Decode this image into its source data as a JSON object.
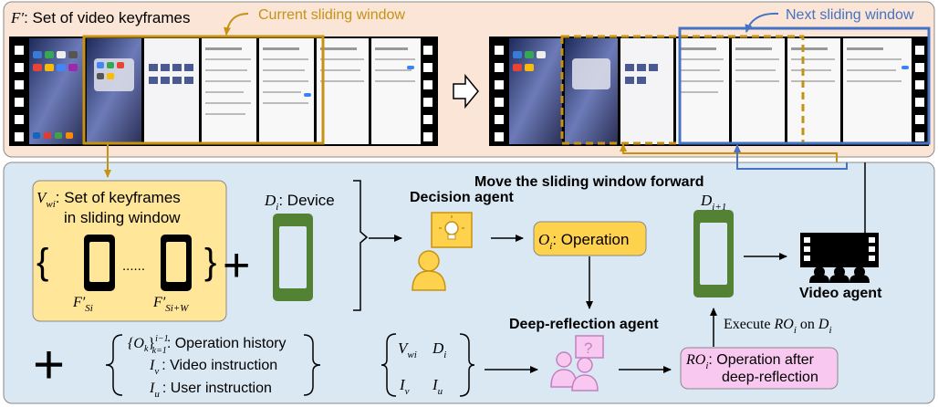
{
  "top_panel": {
    "set_label_sym": "F′",
    "set_label_text": ": Set of video keyframes",
    "current_window_label": "Current sliding window",
    "next_window_label": "Next sliding window"
  },
  "bottom_panel": {
    "move_forward_label": "Move the sliding window forward",
    "keyframes_box": {
      "sym": "V",
      "sym_sub": "wi",
      "line1": ": Set of keyframes",
      "line2": "in sliding window",
      "dots": "......",
      "first_frame": "F′",
      "first_frame_sub": "Si",
      "last_frame": "F′",
      "last_frame_sub": "Si+W"
    },
    "device": {
      "sym": "D",
      "sym_sub": "i",
      "text": ": Device"
    },
    "plus": "+",
    "decision_agent_label": "Decision agent",
    "operation_box": {
      "sym": "O",
      "sym_sub": "i",
      "text": ": Operation"
    },
    "next_device": {
      "sym": "D",
      "sym_sub": "i+1"
    },
    "video_agent_label": "Video agent",
    "deep_reflection_label": "Deep-reflection agent",
    "execute_label": {
      "prefix": "Execute ",
      "ro": "RO",
      "ro_sub": "i",
      "on": " on ",
      "d": "D",
      "d_sub": "i"
    },
    "ro_box": {
      "sym": "RO",
      "sym_sub": "i",
      "line1": ": Operation after",
      "line2": "deep-reflection"
    },
    "inputs": {
      "op_history_sym": "{O",
      "op_history_sup": "i−1",
      "op_history_sub": "k=1",
      "op_history_sym2": "k",
      "op_history_text": ": Operation history",
      "video_sym": "I",
      "video_sub": "v",
      "video_text": ": Video instruction",
      "user_sym": "I",
      "user_sub": "u",
      "user_text": ": User instruction"
    },
    "matrix": {
      "vw": "V",
      "vw_sub": "wi",
      "d": "D",
      "d_sub": "i",
      "iv": "I",
      "iv_sub": "v",
      "iu": "I",
      "iu_sub": "u"
    }
  },
  "colors": {
    "top_bg": "#fbe5d6",
    "bottom_bg": "#dae8f3",
    "current_window": "#c69214",
    "next_window": "#4472c4",
    "keyframe_box": "#ffe699",
    "device_green": "#548235",
    "decision_yellow": "#ffd24d",
    "reflection_pink": "#f8c8f0",
    "reflection_icon": "#c080c0"
  }
}
